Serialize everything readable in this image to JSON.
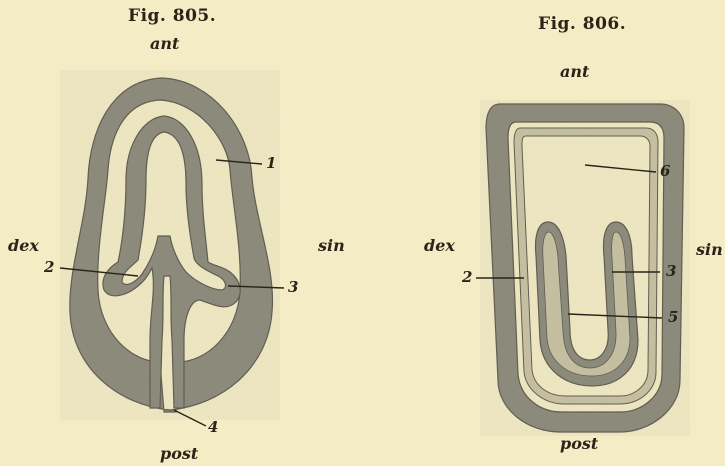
{
  "figures": [
    {
      "title": "Fig. 805.",
      "orientation": {
        "anterior": "ant",
        "posterior": "post",
        "right": "dex",
        "left": "sin"
      },
      "labels": [
        "1",
        "2",
        "3",
        "4"
      ]
    },
    {
      "title": "Fig. 806.",
      "orientation": {
        "anterior": "ant",
        "posterior": "post",
        "right": "dex",
        "left": "sin"
      },
      "labels": [
        "6",
        "2",
        "3",
        "5"
      ]
    }
  ],
  "colors": {
    "paper": "#f3ecc5",
    "tissue_fill": "#8d8b7c",
    "tissue_edge": "#5f5c50",
    "ink": "#2a2418"
  }
}
